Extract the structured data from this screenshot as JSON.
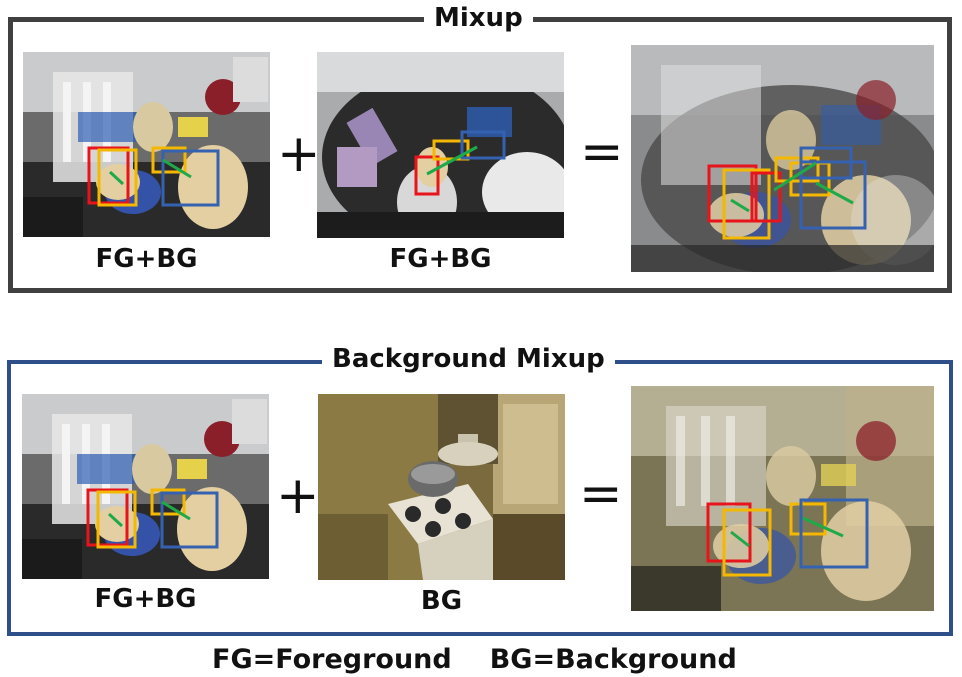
{
  "mixup": {
    "title": "Mixup",
    "captions": [
      "FG+BG",
      "FG+BG"
    ],
    "plus": "+",
    "equals": "="
  },
  "background_mixup": {
    "title": "Background Mixup",
    "captions": [
      "FG+BG",
      "BG"
    ],
    "plus": "+",
    "equals": "="
  },
  "legend": {
    "fg": "FG=Foreground",
    "bg": "BG=Background"
  },
  "colors": {
    "mixup_border": "#404040",
    "background_mixup_border": "#2f4f8a",
    "box_red": "#e8141b",
    "box_yellow": "#f5b800",
    "box_blue": "#3562b0",
    "line_green": "#1faa4a"
  }
}
